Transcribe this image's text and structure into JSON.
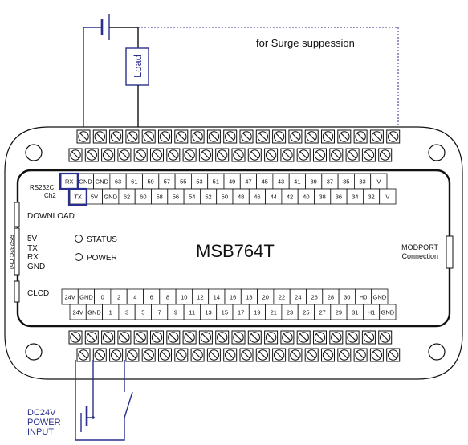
{
  "title": "MSB764T",
  "surge_note": "for Surge suppession",
  "load_label": "Load",
  "rs232c_ch2": [
    "RS232C",
    "Ch2"
  ],
  "rs232c_ch1": "RS232C Ch1",
  "download_label": "DOWNLOAD",
  "clcd_label": "CLCD",
  "left_port_pins": [
    "5V",
    "TX",
    "RX",
    "GND"
  ],
  "status_label": "STATUS",
  "power_label": "POWER",
  "modport": [
    "MODPORT",
    "Connection"
  ],
  "power_input": [
    "DC24V",
    "POWER",
    "INPUT"
  ],
  "top_row_upper": [
    "RX",
    "GND",
    "GND",
    "63",
    "61",
    "59",
    "57",
    "55",
    "53",
    "51",
    "49",
    "47",
    "45",
    "43",
    "41",
    "39",
    "37",
    "35",
    "33",
    "V"
  ],
  "top_row_lower": [
    "TX",
    "5V",
    "GND",
    "62",
    "60",
    "58",
    "56",
    "54",
    "52",
    "50",
    "48",
    "46",
    "44",
    "42",
    "40",
    "38",
    "36",
    "34",
    "32",
    "V"
  ],
  "bottom_row_upper": [
    "24V",
    "GND",
    "0",
    "2",
    "4",
    "6",
    "8",
    "10",
    "12",
    "14",
    "16",
    "18",
    "20",
    "22",
    "24",
    "26",
    "28",
    "30",
    "H0",
    "GND"
  ],
  "bottom_row_lower": [
    "24V",
    "GND",
    "1",
    "3",
    "5",
    "7",
    "9",
    "11",
    "13",
    "15",
    "17",
    "19",
    "21",
    "23",
    "25",
    "27",
    "29",
    "31",
    "H1",
    "GND"
  ],
  "colors": {
    "wire": "#2a2f8f",
    "outline": "#111111"
  }
}
